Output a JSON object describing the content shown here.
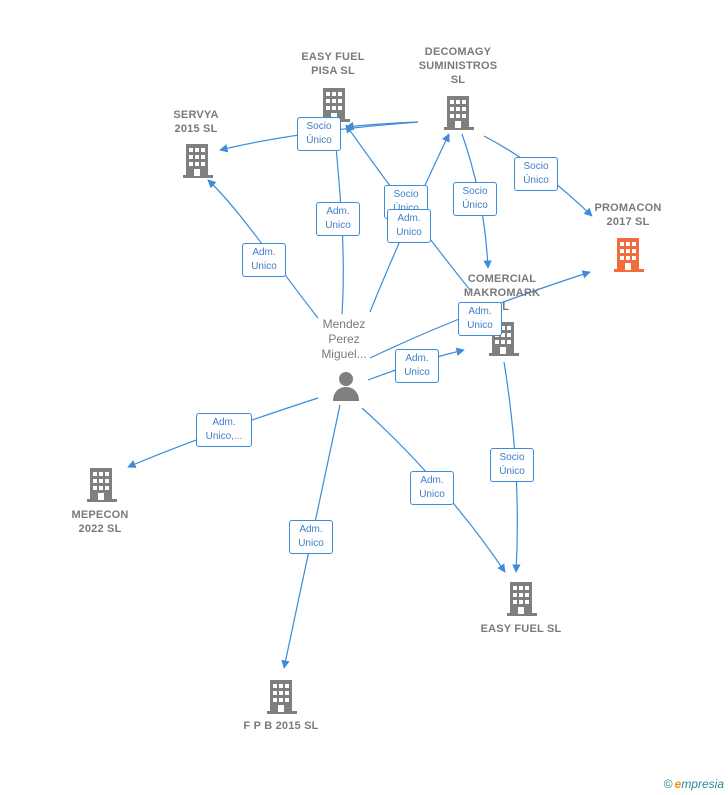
{
  "colors": {
    "edge": "#3d8bd9",
    "node": "#7f7f7f",
    "highlight": "#f26b3a"
  },
  "nodes": {
    "easy_fuel_pisa": "EASY FUEL\nPISA  SL",
    "decomagy": "DECOMAGY\nSUMINISTROS\nSL",
    "servya": "SERVYA\n2015  SL",
    "promacon": "PROMACON\n2017  SL",
    "comercial_makromark": "COMERCIAL\nMAKROMARK\nSL",
    "mendez": "Mendez\nPerez\nMiguel...",
    "mepecon": "MEPECON\n2022  SL",
    "easy_fuel": "EASY FUEL  SL",
    "fpb": "F P B 2015  SL"
  },
  "edges": {
    "e1": "Socio\nÚnico",
    "e2": "Adm.\nUnico",
    "e3": "Socio\nÚnico",
    "e4": "Adm.\nUnico",
    "e5": "Socio\nÚnico",
    "e6": "Socio\nÚnico",
    "e7": "Adm.\nUnico",
    "e8": "Adm.\nUnico",
    "e9": "Adm.\nUnico",
    "e10": "Adm.\nUnico,...",
    "e11": "Adm.\nUnico",
    "e12": "Socio\nÚnico",
    "e13": "Adm.\nUnico"
  },
  "footer": {
    "copyright": "©",
    "brand_first": "e",
    "brand_rest": "mpresia"
  }
}
